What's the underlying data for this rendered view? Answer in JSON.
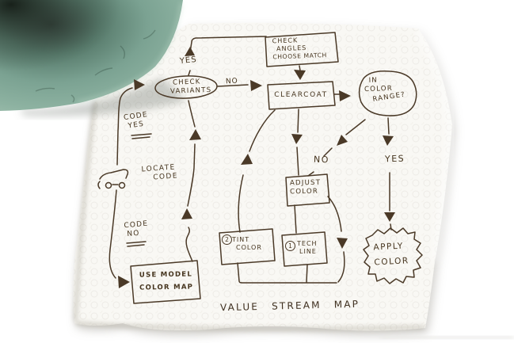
{
  "photo": {
    "background_color": "#ffffff",
    "napkin_color": "#f9f8f4",
    "ink_color": "#4a3927",
    "object_color": "#7aa392",
    "object_description": "teal-glass-object"
  },
  "icons": {
    "locate_code": "car-doodle-icon"
  },
  "flowchart": {
    "title": "VALUE STREAM MAP",
    "nodes": {
      "check_angles": {
        "lines": [
          "CHECK",
          "ANGLES",
          "CHOOSE MATCH"
        ]
      },
      "check_variants": {
        "lines": [
          "CHECK",
          "VARIANTS"
        ]
      },
      "clearcoat": {
        "label": "CLEARCOAT"
      },
      "in_color_range": {
        "lines": [
          "IN",
          "COLOR",
          "RANGE?"
        ]
      },
      "adjust_color": {
        "lines": [
          "ADJUST",
          "COLOR"
        ]
      },
      "tint_color": {
        "number": "2",
        "lines": [
          "TINT",
          "COLOR"
        ]
      },
      "tech_line": {
        "number": "1",
        "lines": [
          "TECH",
          "LINE"
        ]
      },
      "use_model_color_map": {
        "lines": [
          "USE MODEL",
          "COLOR MAP"
        ]
      },
      "apply_color": {
        "lines": [
          "APPLY",
          "COLOR"
        ]
      },
      "locate_code": {
        "lines": [
          "LOCATE",
          "CODE"
        ]
      }
    },
    "edge_labels": {
      "variants_yes": "YES",
      "variants_no": "NO",
      "range_no": "NO",
      "range_yes": "YES",
      "code_yes": [
        "CODE",
        "YES"
      ],
      "code_no": [
        "CODE",
        "NO"
      ]
    }
  }
}
